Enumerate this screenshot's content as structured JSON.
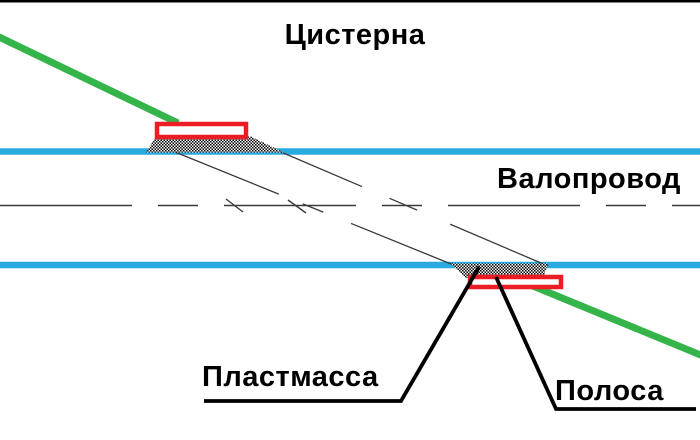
{
  "labels": {
    "tank": "Цистерна",
    "shaft_line": "Валопровод",
    "plastic": "Пластмасса",
    "strip": "Полоса"
  },
  "colors": {
    "tank_wall_green": "#35b44a",
    "pipe_blue": "#29abe2",
    "strip_red": "#ec1c24",
    "ink_black": "#000000",
    "thin_line_gray": "#3a3a3a"
  }
}
